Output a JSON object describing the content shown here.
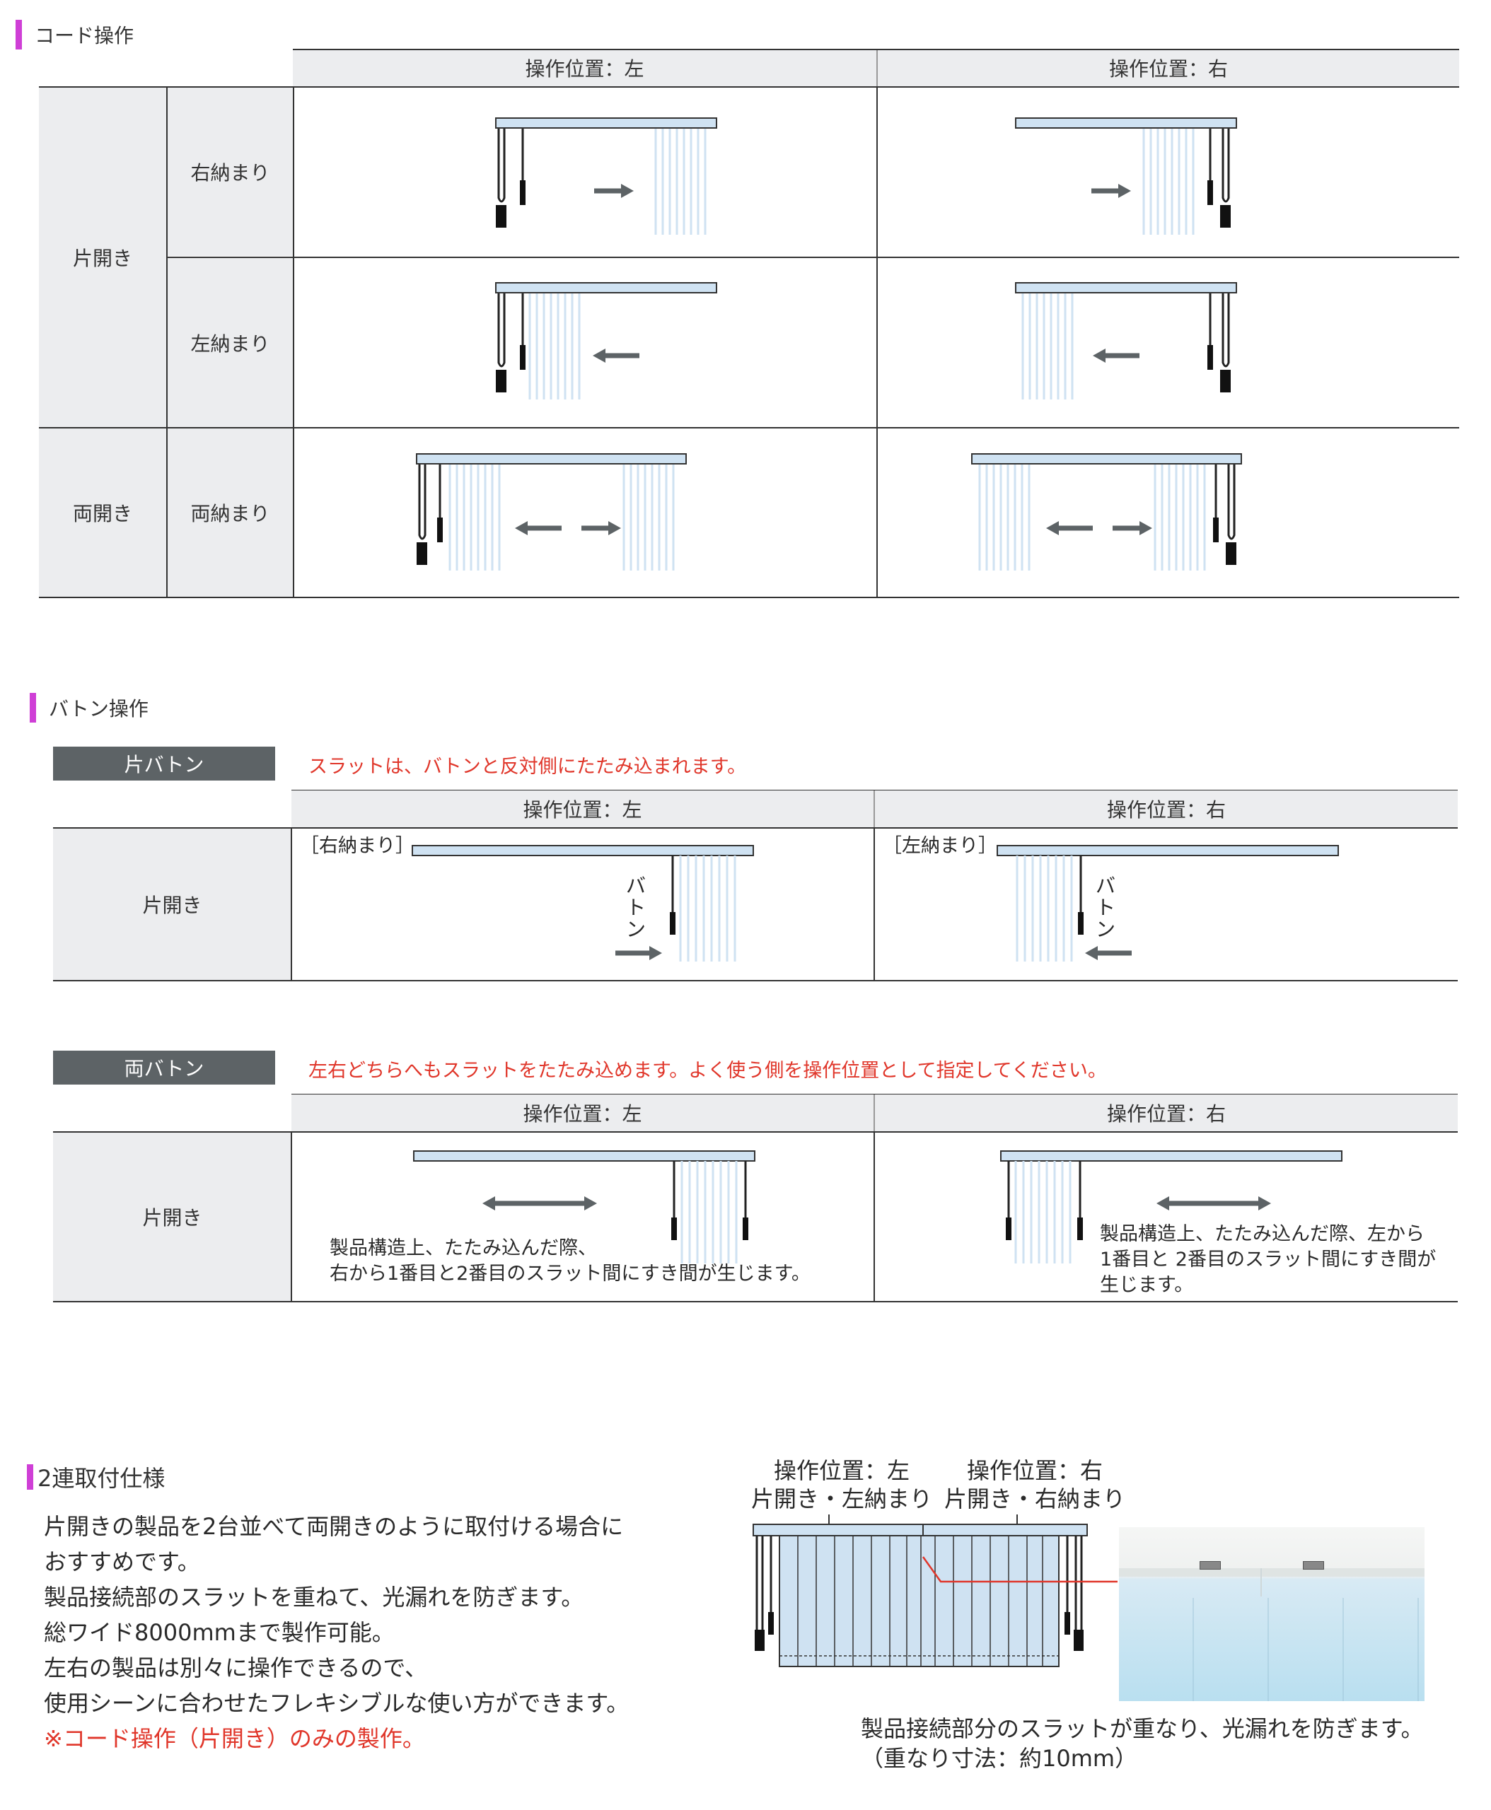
{
  "cord": {
    "title": "コード操作",
    "header_left": "操作位置：左",
    "header_right": "操作位置：右",
    "row_single": "片開き",
    "row_double": "両開き",
    "sub_right": "右納まり",
    "sub_left": "左納まり",
    "sub_both": "両納まり"
  },
  "baton": {
    "title": "バトン操作",
    "single": {
      "tag": "片バトン",
      "note": "スラットは、バトンと反対側にたたみ込まれます。",
      "header_left": "操作位置：左",
      "header_right": "操作位置：右",
      "row": "片開き",
      "bracket_left": "［右納まり］",
      "bracket_right": "［左納まり］",
      "baton_label": "バトン"
    },
    "double": {
      "tag": "両バトン",
      "note": "左右どちらへもスラットをたたみ込めます。よく使う側を操作位置として指定してください。",
      "header_left": "操作位置：左",
      "header_right": "操作位置：右",
      "row": "片開き",
      "desc_left_1": "製品構造上、たたみ込んだ際、",
      "desc_left_2": "右から1番目と2番目のスラット間にすき間が生じます。",
      "desc_right_1": "製品構造上、たたみ込んだ際、左から",
      "desc_right_2": "1番目と 2番目のスラット間にすき間が",
      "desc_right_3": "生じます。"
    }
  },
  "dual": {
    "title": "2連取付仕様",
    "body": [
      "片開きの製品を2台並べて両開きのように取付ける場合に",
      "おすすめです。",
      "製品接続部のスラットを重ねて、光漏れを防ぎます。",
      "総ワイド8000mmまで製作可能。",
      "左右の製品は別々に操作できるので、",
      "使用シーンに合わせたフレキシブルな使い方ができます。"
    ],
    "note": "※コード操作（片開き）のみの製作。",
    "label_left_1": "操作位置：左",
    "label_left_2": "片開き・左納まり",
    "label_right_1": "操作位置：右",
    "label_right_2": "片開き・右納まり",
    "caption_1": "製品接続部分のスラットが重なり、光漏れを防ぎます。",
    "caption_2": "（重なり寸法：約10mm）"
  },
  "colors": {
    "accent_magenta": "#cf3fd6",
    "header_gray": "#ecedef",
    "tag_gray": "#5d6366",
    "note_red": "#e0362a",
    "slat_blue": "#cfe2f2",
    "arrow_gray": "#5d6366"
  }
}
